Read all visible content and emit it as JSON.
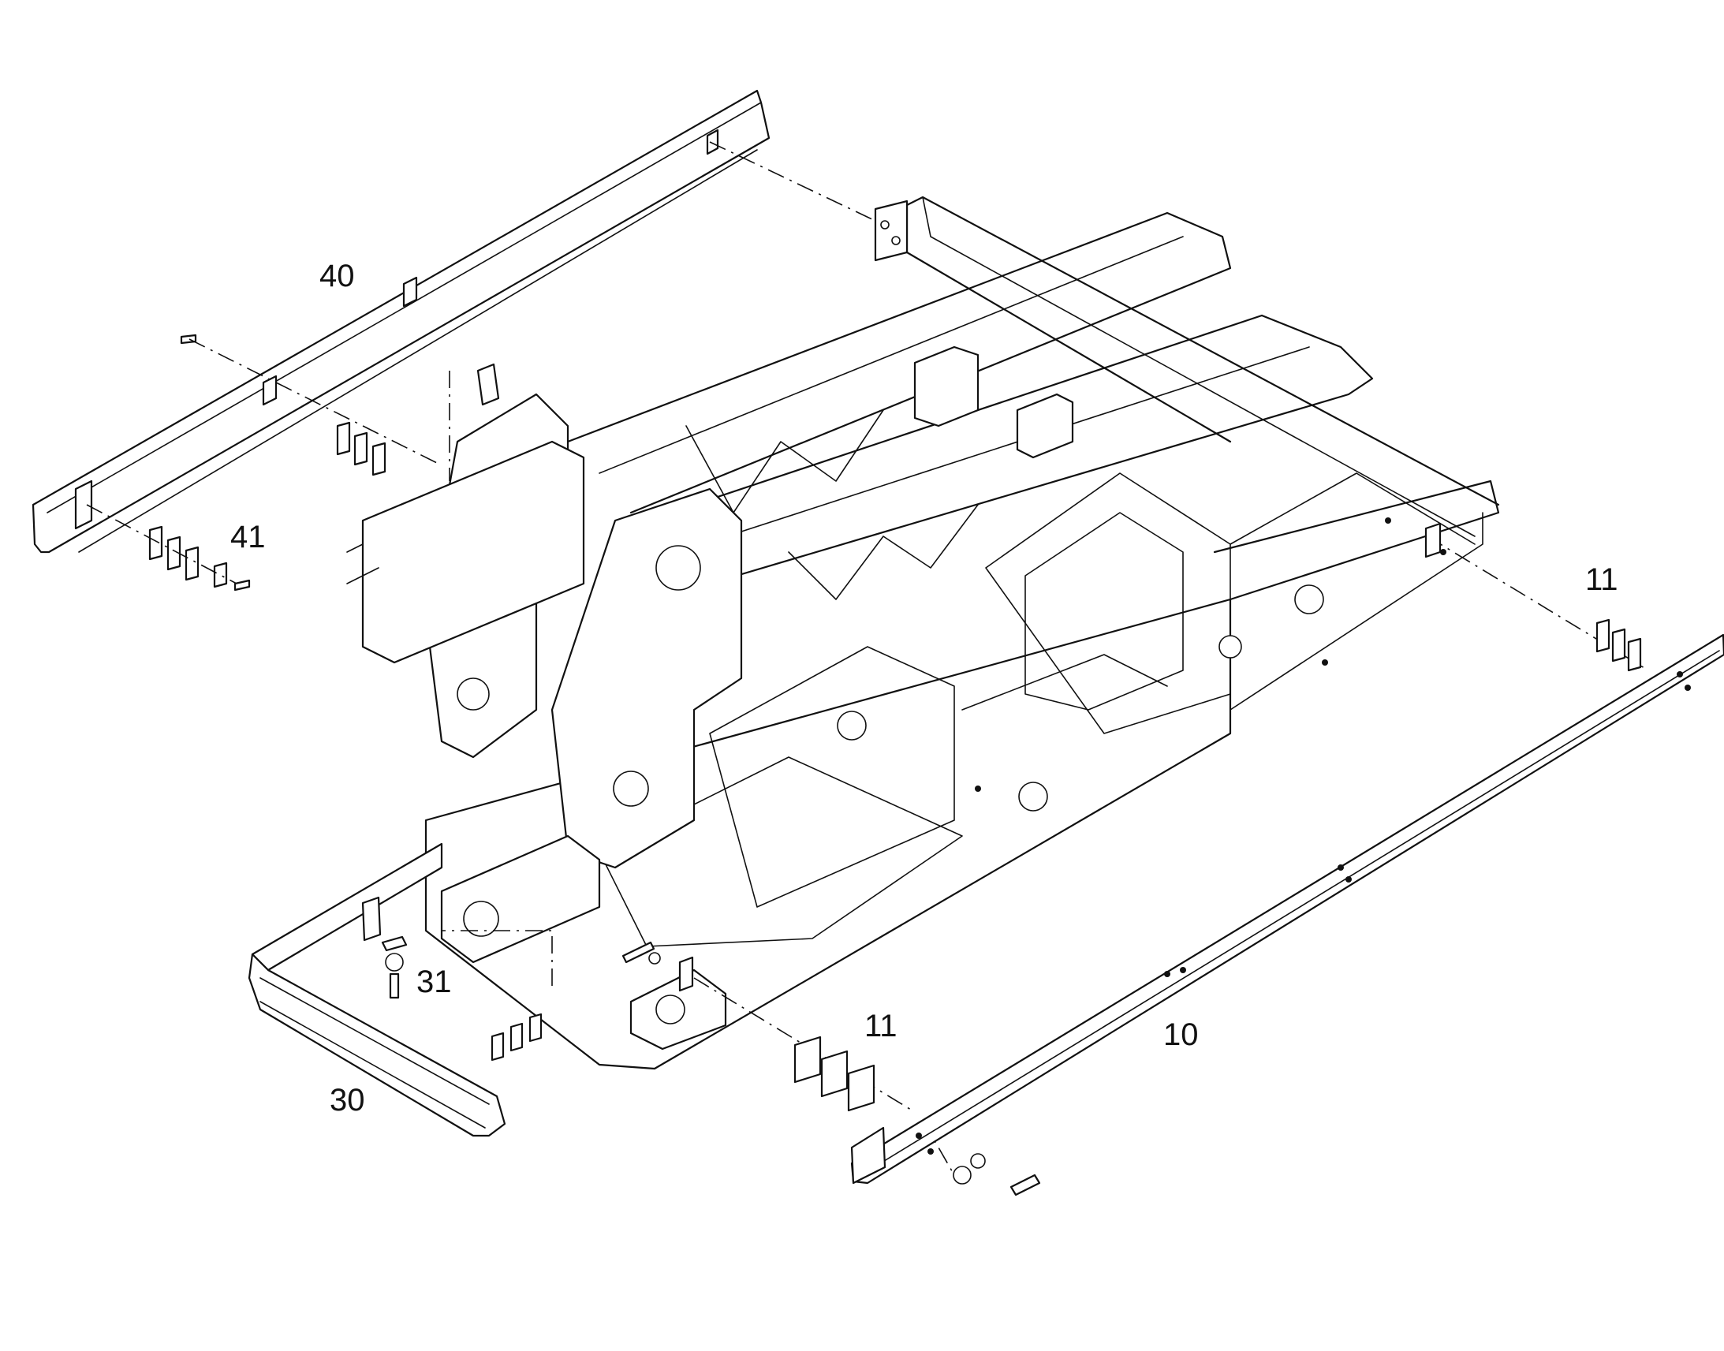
{
  "callouts": {
    "part_10": "10",
    "part_11_right": "11",
    "part_11_front": "11",
    "part_30": "30",
    "part_31": "31",
    "part_40": "40",
    "part_41": "41"
  }
}
